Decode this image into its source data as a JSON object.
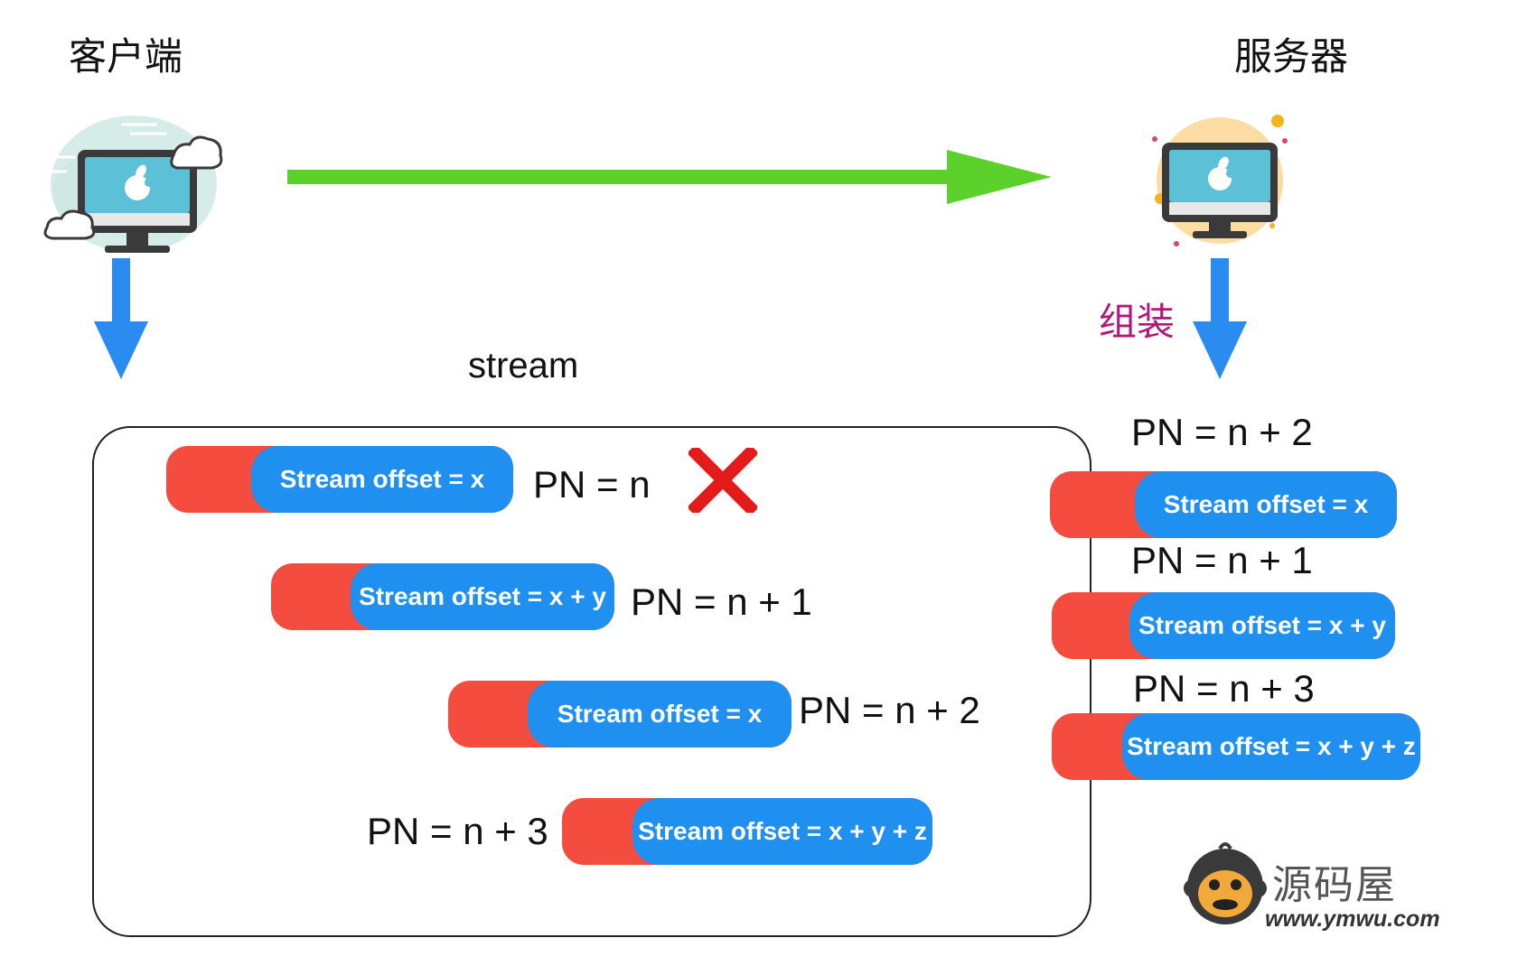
{
  "client": {
    "label": "客户端",
    "icon": "client-computer-icon"
  },
  "server": {
    "label": "服务器",
    "icon": "server-computer-icon"
  },
  "assemble_label": "组装",
  "stream_title": "stream",
  "colors": {
    "packet_red": "#f54c40",
    "packet_blue": "#1f8ff0",
    "arrow_green": "#5cd12b",
    "arrow_blue": "#2a8cf0",
    "lost_mark": "#e31b1b",
    "assemble_text": "#b3177a"
  },
  "sent_packets": [
    {
      "pn": "PN = n",
      "offset": "Stream offset = x",
      "lost": true
    },
    {
      "pn": "PN = n + 1",
      "offset": "Stream offset = x + y",
      "lost": false
    },
    {
      "pn": "PN = n + 2",
      "offset": "Stream offset = x",
      "lost": false
    },
    {
      "pn": "PN = n + 3",
      "offset": "Stream offset = x + y + z",
      "lost": false
    }
  ],
  "received_packets": [
    {
      "pn": "PN = n + 2",
      "offset": "Stream offset = x"
    },
    {
      "pn": "PN = n + 1",
      "offset": "Stream offset = x + y"
    },
    {
      "pn": "PN = n + 3",
      "offset": "Stream offset = x + y + z"
    }
  ],
  "watermark": {
    "name": "源码屋",
    "url": "www.ymwu.com"
  }
}
